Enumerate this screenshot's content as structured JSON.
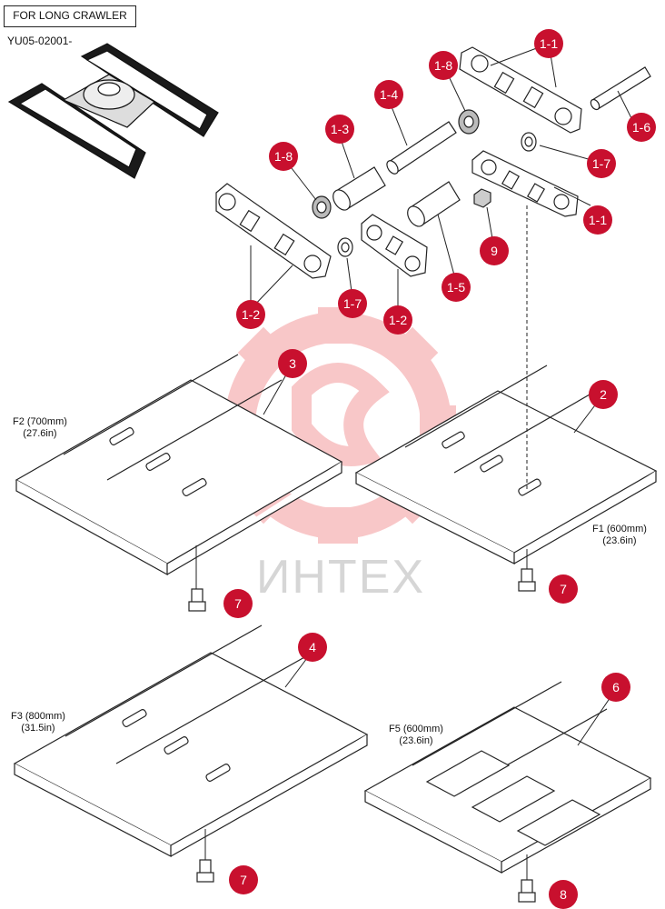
{
  "header": {
    "title": "FOR LONG CRAWLER",
    "serial": "YU05-02001-"
  },
  "watermark": "ИНТЕХ",
  "labels": {
    "f2_line1": "F2 (700mm)",
    "f2_line2": "(27.6in)",
    "f1_line1": "F1 (600mm)",
    "f1_line2": "(23.6in)",
    "f3_line1": "F3 (800mm)",
    "f3_line2": "(31.5in)",
    "f5_line1": "F5 (600mm)",
    "f5_line2": "(23.6in)"
  },
  "callouts": [
    "1-1",
    "1-8",
    "1-4",
    "1-3",
    "1-8",
    "1-6",
    "1-7",
    "1-1",
    "9",
    "1-2",
    "1-7",
    "1-2",
    "1-5",
    "3",
    "2",
    "7",
    "7",
    "4",
    "6",
    "7",
    "8"
  ],
  "colors": {
    "callout": "#c8102e",
    "line": "#222222",
    "watermark": "#e8383d"
  }
}
